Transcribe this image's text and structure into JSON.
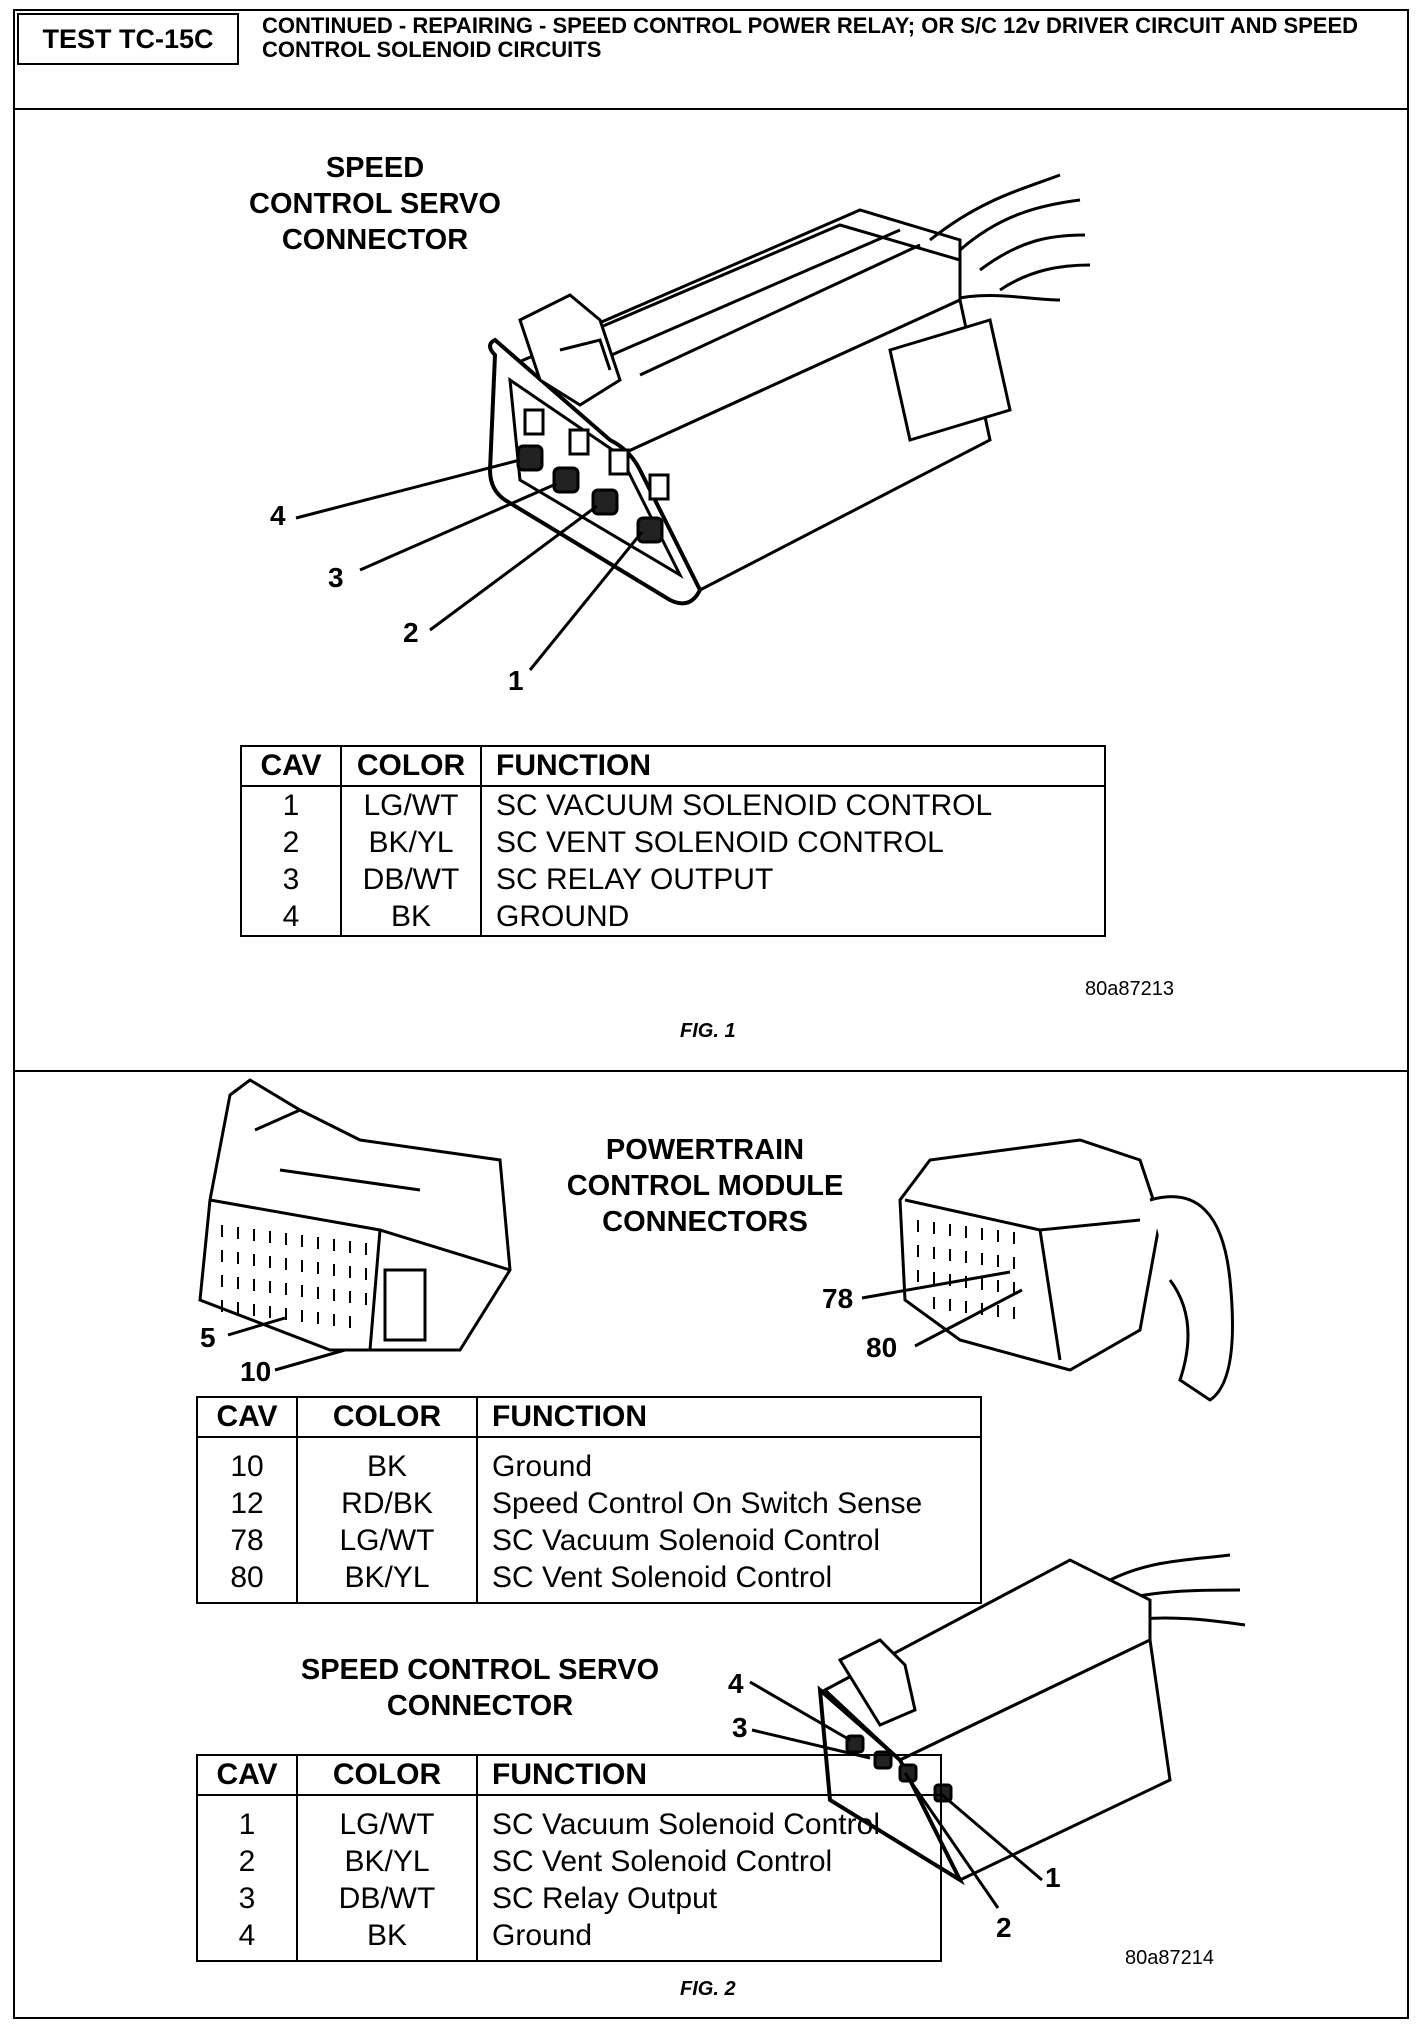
{
  "header": {
    "test_id": "TEST TC-15C",
    "title": "CONTINUED - REPAIRING - SPEED CONTROL POWER RELAY; OR S/C 12v DRIVER CIRCUIT AND SPEED CONTROL SOLENOID CIRCUITS"
  },
  "fig1": {
    "connector_label_lines": [
      "SPEED",
      "CONTROL SERVO",
      "CONNECTOR"
    ],
    "pin_callouts": [
      "4",
      "3",
      "2",
      "1"
    ],
    "table": {
      "headers": [
        "CAV",
        "COLOR",
        "FUNCTION"
      ],
      "rows": [
        [
          "1",
          "LG/WT",
          "SC VACUUM SOLENOID CONTROL"
        ],
        [
          "2",
          "BK/YL",
          "SC VENT SOLENOID CONTROL"
        ],
        [
          "3",
          "DB/WT",
          "SC RELAY OUTPUT"
        ],
        [
          "4",
          "BK",
          "GROUND"
        ]
      ]
    },
    "image_code": "80a87213",
    "caption": "FIG. 1"
  },
  "fig2": {
    "pcm_label_lines": [
      "POWERTRAIN",
      "CONTROL MODULE",
      "CONNECTORS"
    ],
    "pcm_callouts": [
      "5",
      "10",
      "78",
      "80"
    ],
    "pcm_table": {
      "headers": [
        "CAV",
        "COLOR",
        "FUNCTION"
      ],
      "rows": [
        [
          "10",
          "BK",
          "Ground"
        ],
        [
          "12",
          "RD/BK",
          "Speed Control On Switch Sense"
        ],
        [
          "78",
          "LG/WT",
          "SC Vacuum Solenoid Control"
        ],
        [
          "80",
          "BK/YL",
          "SC Vent Solenoid Control"
        ]
      ]
    },
    "servo_label_lines": [
      "SPEED CONTROL SERVO",
      "CONNECTOR"
    ],
    "servo_callouts": [
      "4",
      "3",
      "1",
      "2"
    ],
    "servo_table": {
      "headers": [
        "CAV",
        "COLOR",
        "FUNCTION"
      ],
      "rows": [
        [
          "1",
          "LG/WT",
          "SC Vacuum Solenoid Control"
        ],
        [
          "2",
          "BK/YL",
          "SC Vent Solenoid Control"
        ],
        [
          "3",
          "DB/WT",
          "SC Relay Output"
        ],
        [
          "4",
          "BK",
          "Ground"
        ]
      ]
    },
    "image_code": "80a87214",
    "caption": "FIG. 2"
  }
}
